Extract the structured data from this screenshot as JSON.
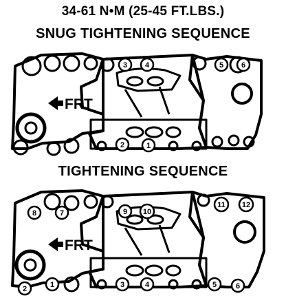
{
  "torque_spec": "34-61 N•M (25-45 FT.LBS.)",
  "snug_title": "SNUG TIGHTENING SEQUENCE",
  "tight_title": "TIGHTENING SEQUENCE",
  "front_label": "FRT",
  "snug_bolts": [
    "1",
    "2",
    "3",
    "4",
    "5",
    "6"
  ],
  "final_bolts": [
    "1",
    "2",
    "3",
    "4",
    "5",
    "6",
    "7",
    "8",
    "9",
    "10",
    "11",
    "12"
  ],
  "colors": {
    "ink": "#000000",
    "paper": "#ffffff"
  }
}
